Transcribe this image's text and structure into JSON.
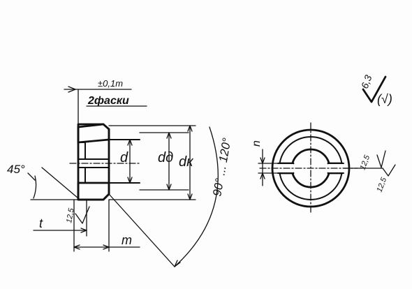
{
  "labels": {
    "tolerance": "±0,1m",
    "chamfers": "2фаски",
    "angle_45": "45°",
    "dim_t": "t",
    "roughness_left": "12,5",
    "dim_m": "m",
    "dim_d": "d",
    "dim_dd": "dд",
    "dim_dk": "dк",
    "angle_range": "90° ... 120°",
    "dim_n": "n",
    "roughness_slot_top": "12,5",
    "roughness_slot_bottom": "12,5",
    "roughness_general": "6,3",
    "roughness_bracket": "(√)"
  }
}
